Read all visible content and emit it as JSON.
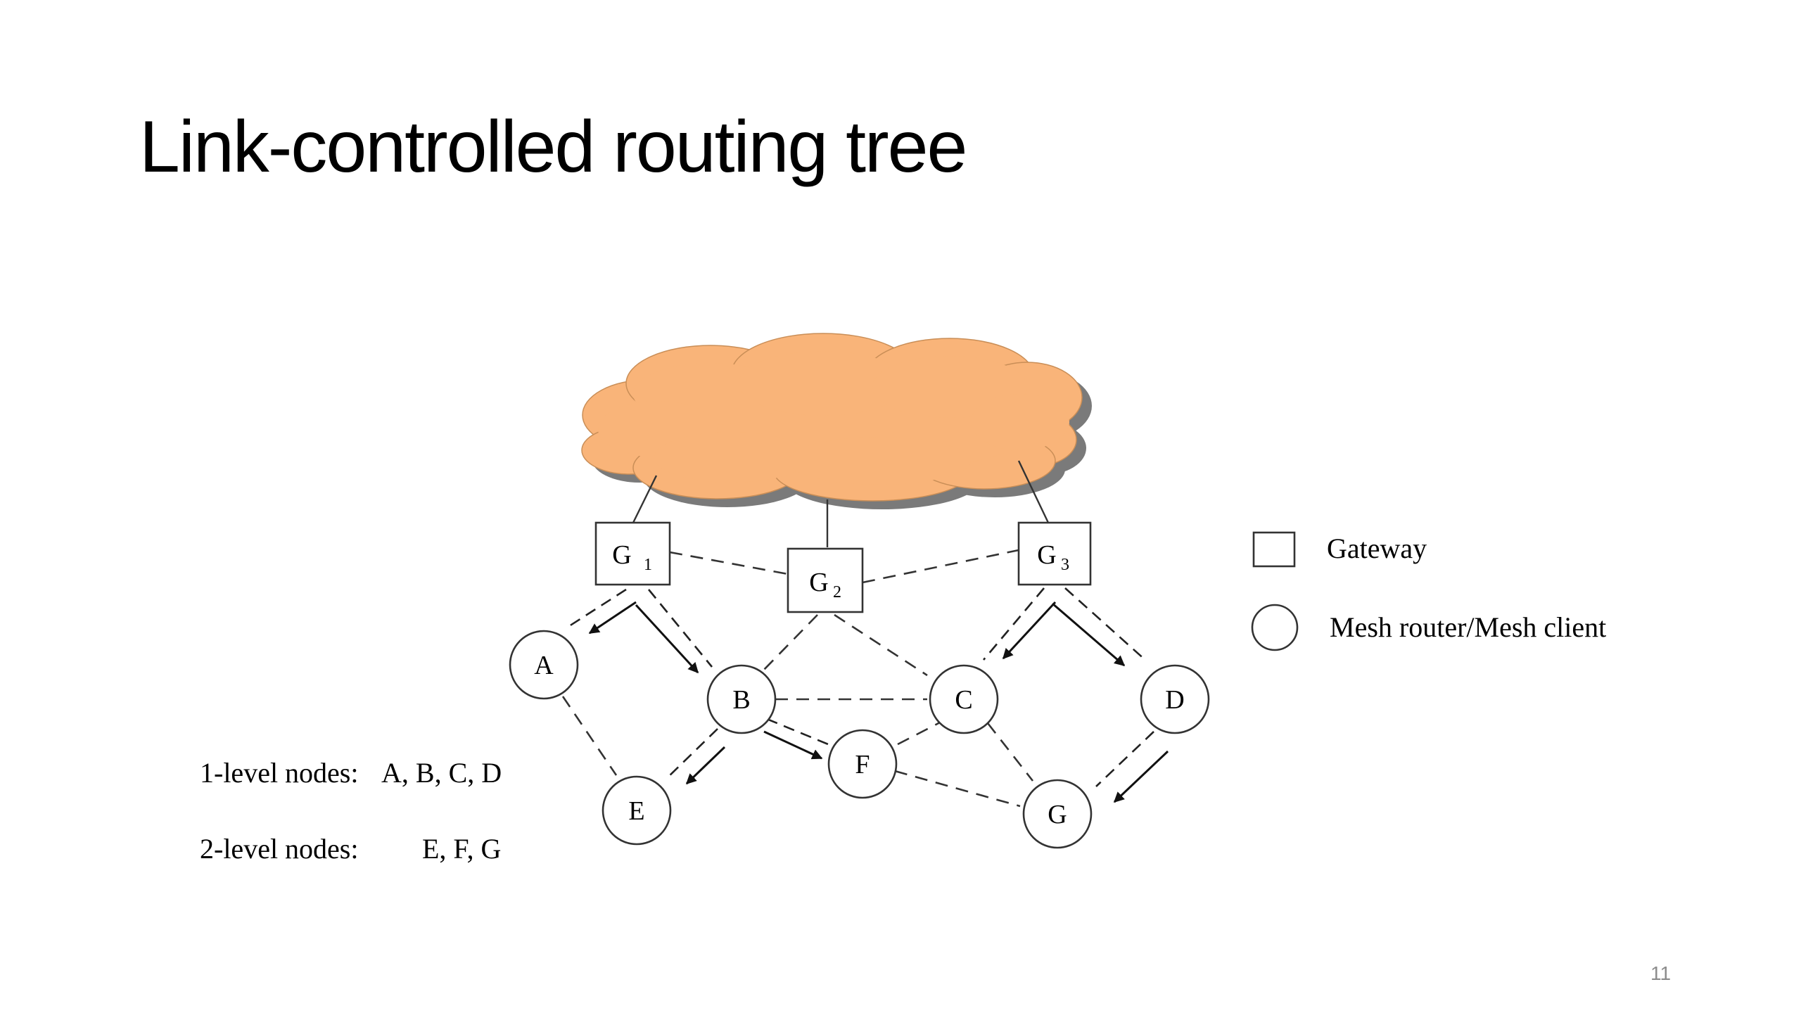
{
  "slide": {
    "title": "Link-controlled routing tree",
    "page_number": "11"
  },
  "colors": {
    "cloud_fill": "#f9b479",
    "cloud_shadow": "#7a7a7a"
  },
  "gateways": [
    {
      "id": "G1",
      "letter": "G",
      "sub": "1"
    },
    {
      "id": "G2",
      "letter": "G",
      "sub": "2"
    },
    {
      "id": "G3",
      "letter": "G",
      "sub": "3"
    }
  ],
  "nodes": [
    {
      "id": "A",
      "label": "A"
    },
    {
      "id": "B",
      "label": "B"
    },
    {
      "id": "C",
      "label": "C"
    },
    {
      "id": "D",
      "label": "D"
    },
    {
      "id": "E",
      "label": "E"
    },
    {
      "id": "F",
      "label": "F"
    },
    {
      "id": "G",
      "label": "G"
    }
  ],
  "legend": {
    "gateway": "Gateway",
    "mesh": "Mesh router/Mesh client"
  },
  "levels": {
    "level1_label": "1-level nodes:",
    "level1_nodes": "A, B, C, D",
    "level2_label": "2-level nodes:",
    "level2_nodes": "E, F, G"
  }
}
